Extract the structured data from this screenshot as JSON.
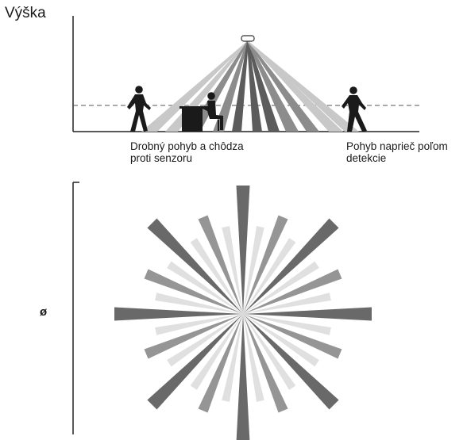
{
  "side_view": {
    "axis_label": "Výška",
    "caption_left": [
      "Drobný pohyb a chôdza",
      "proti senzoru"
    ],
    "caption_right": [
      "Pohyb naprieč poľom",
      "detekcie"
    ]
  },
  "top_view": {
    "axis_label": "ø"
  },
  "colors": {
    "beam_dark": "#5c5c5c",
    "beam_mid": "#8c8c8c",
    "beam_light": "#c8c8c8",
    "beam_faint": "#e0e0e0",
    "figure": "#1a1a1a"
  }
}
